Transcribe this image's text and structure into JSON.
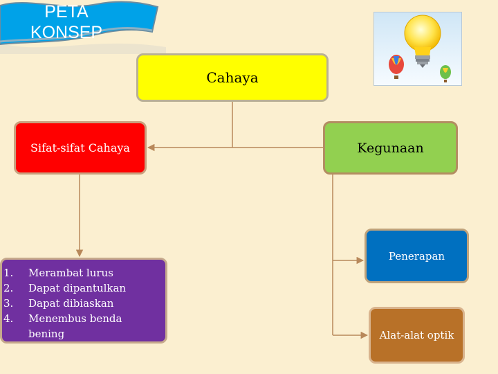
{
  "title": {
    "text": "PETA\nKONSEP"
  },
  "nodes": {
    "cahaya": "Cahaya",
    "sifat": "Sifat-sifat Cahaya",
    "kegunaan": "Kegunaan",
    "penerapan": "Penerapan",
    "optik": "Alat-alat optik"
  },
  "sifat_list": [
    {
      "num": "1.",
      "text": "Merambat lurus"
    },
    {
      "num": "2.",
      "text": "Dapat dipantulkan"
    },
    {
      "num": "3.",
      "text": "Dapat dibiaskan"
    },
    {
      "num": "4.",
      "text": "Menembus benda bening"
    }
  ],
  "picture": {
    "icons": [
      "light-bulb-icon",
      "hot-air-balloon-icon"
    ]
  },
  "colors": {
    "background": "#fbefd0",
    "banner": "#00a2e8",
    "cahaya": "#ffff00",
    "sifat": "#ff0000",
    "kegunaan": "#92d050",
    "list": "#7030a0",
    "penerapan": "#0070c0",
    "optik": "#b87128",
    "connector": "#b8885a"
  }
}
